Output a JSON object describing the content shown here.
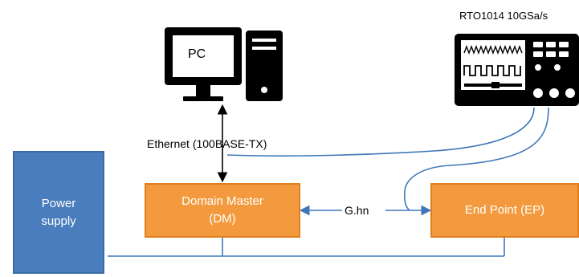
{
  "diagram": {
    "pc": {
      "label": "PC"
    },
    "oscilloscope": {
      "label": "RTO1014  10GSa/s"
    },
    "ethernet_label": "Ethernet  (100BASE-TX)",
    "power_supply": {
      "line1": "Power",
      "line2": "supply"
    },
    "domain_master": {
      "line1": "Domain Master",
      "line2": "(DM)"
    },
    "end_point": {
      "label": "End Point (EP)"
    },
    "link_label": "G.hn"
  },
  "colors": {
    "power_fill": "#4a7dbd",
    "power_border": "#3a6aa7",
    "node_fill": "#f39a3f",
    "node_border": "#e07d1d",
    "wire": "#3f77b8",
    "icon": "#000000"
  }
}
